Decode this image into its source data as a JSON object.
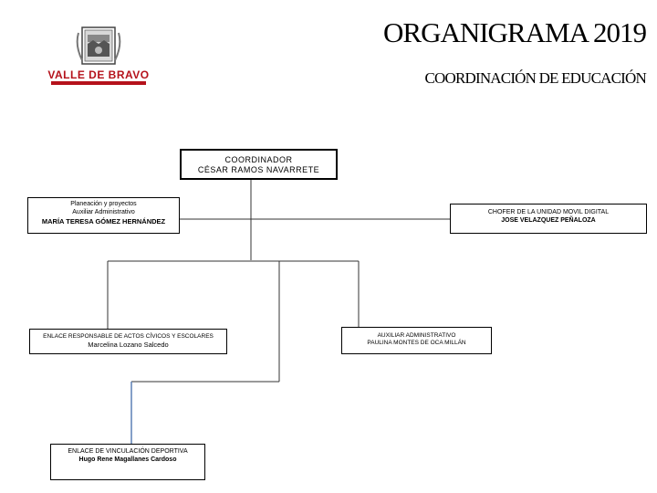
{
  "header": {
    "title": "ORGANIGRAMA 2019",
    "subtitle": "COORDINACIÓN DE EDUCACIÓN",
    "logo_text": "VALLE DE BRAVO"
  },
  "nodes": {
    "coordinador": {
      "role": "COORDINADOR",
      "name": "CÉSAR RAMOS NAVARRETE"
    },
    "planeacion": {
      "line1": "Planeación y proyectos",
      "line2": "Auxiliar Administrativo",
      "name": "MARÍA TERESA GÓMEZ HERNÁNDEZ"
    },
    "chofer": {
      "role": "CHOFER DE LA UNIDAD MOVIL DIGITAL",
      "name": "JOSE VELAZQUEZ PEÑALOZA"
    },
    "enlace_actos": {
      "role": "ENLACE RESPONSABLE DE ACTOS CÍVICOS Y ESCOLARES",
      "name": "Marcelina Lozano Salcedo"
    },
    "auxiliar": {
      "role": "AUXILIAR ADMINISTRATIVO",
      "name": "PAULINA MONTES DE OCA MILLÁN"
    },
    "enlace_deportiva": {
      "role": "ENLACE DE VINCULACIÓN DEPORTIVA",
      "name": "Hugo Rene Magallanes Cardoso"
    }
  },
  "colors": {
    "line": "#333333",
    "accent_line": "#5b7fb5",
    "logo_red": "#b5121b"
  }
}
